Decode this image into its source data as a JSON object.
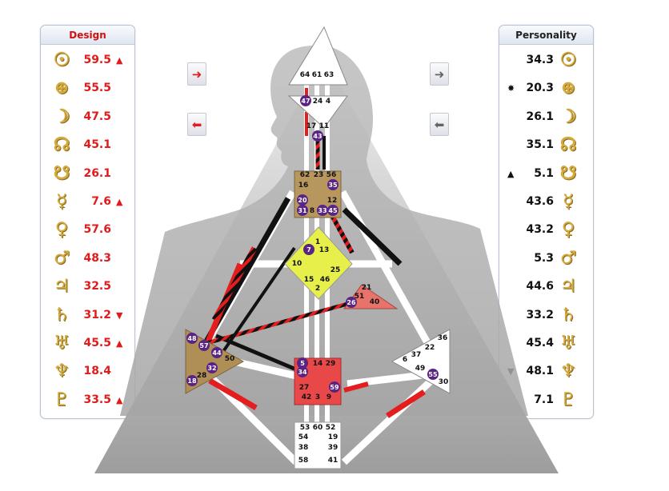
{
  "design": {
    "title": "Design",
    "rows": [
      {
        "planet": "sun-icon",
        "glyph": "☉",
        "value": "59.5",
        "arrow": "▲"
      },
      {
        "planet": "earth-icon",
        "glyph": "⊕",
        "value": "55.5",
        "arrow": ""
      },
      {
        "planet": "moon-icon",
        "glyph": "☽",
        "value": "47.5",
        "arrow": ""
      },
      {
        "planet": "north-node-icon",
        "glyph": "☊",
        "value": "45.1",
        "arrow": ""
      },
      {
        "planet": "south-node-icon",
        "glyph": "☋",
        "value": "26.1",
        "arrow": ""
      },
      {
        "planet": "mercury-icon",
        "glyph": "☿",
        "value": "7.6",
        "arrow": "▲"
      },
      {
        "planet": "venus-icon",
        "glyph": "♀",
        "value": "57.6",
        "arrow": ""
      },
      {
        "planet": "mars-icon",
        "glyph": "♂",
        "value": "48.3",
        "arrow": ""
      },
      {
        "planet": "jupiter-icon",
        "glyph": "♃",
        "value": "32.5",
        "arrow": ""
      },
      {
        "planet": "saturn-icon",
        "glyph": "♄",
        "value": "31.2",
        "arrow": "▼"
      },
      {
        "planet": "uranus-icon",
        "glyph": "♅",
        "value": "45.5",
        "arrow": "▲"
      },
      {
        "planet": "neptune-icon",
        "glyph": "♆",
        "value": "18.4",
        "arrow": ""
      },
      {
        "planet": "pluto-icon",
        "glyph": "♇",
        "value": "33.5",
        "arrow": "▲"
      }
    ]
  },
  "personality": {
    "title": "Personality",
    "rows": [
      {
        "planet": "sun-icon",
        "glyph": "☉",
        "value": "34.3",
        "arrow": ""
      },
      {
        "planet": "earth-icon",
        "glyph": "⊕",
        "value": "20.3",
        "arrow": "✸"
      },
      {
        "planet": "moon-icon",
        "glyph": "☽",
        "value": "26.1",
        "arrow": ""
      },
      {
        "planet": "north-node-icon",
        "glyph": "☊",
        "value": "35.1",
        "arrow": ""
      },
      {
        "planet": "south-node-icon",
        "glyph": "☋",
        "value": "5.1",
        "arrow": "▲"
      },
      {
        "planet": "mercury-icon",
        "glyph": "☿",
        "value": "43.6",
        "arrow": ""
      },
      {
        "planet": "venus-icon",
        "glyph": "♀",
        "value": "43.2",
        "arrow": ""
      },
      {
        "planet": "mars-icon",
        "glyph": "♂",
        "value": "5.3",
        "arrow": ""
      },
      {
        "planet": "jupiter-icon",
        "glyph": "♃",
        "value": "44.6",
        "arrow": ""
      },
      {
        "planet": "saturn-icon",
        "glyph": "♄",
        "value": "33.2",
        "arrow": ""
      },
      {
        "planet": "uranus-icon",
        "glyph": "♅",
        "value": "45.4",
        "arrow": ""
      },
      {
        "planet": "neptune-icon",
        "glyph": "♆",
        "value": "48.1",
        "arrow": "▼"
      },
      {
        "planet": "pluto-icon",
        "glyph": "♇",
        "value": "7.1",
        "arrow": "▼"
      }
    ]
  },
  "nav": {
    "design_next": "➜",
    "design_prev": "⬅",
    "personality_next": "➜",
    "personality_prev": "⬅"
  },
  "bodygraph": {
    "head": {
      "gates": [
        "64",
        "61",
        "63"
      ]
    },
    "ajna": {
      "gates": [
        "47",
        "24",
        "4",
        "17",
        "11",
        "43"
      ],
      "active": [
        "47",
        "43"
      ]
    },
    "throat": {
      "gates": [
        "62",
        "23",
        "56",
        "16",
        "35",
        "12",
        "20",
        "31",
        "8",
        "33",
        "45"
      ],
      "active": [
        "35",
        "20",
        "31",
        "33",
        "45"
      ]
    },
    "g_center": {
      "gates": [
        "1",
        "13",
        "7",
        "10",
        "15",
        "46",
        "25",
        "2"
      ],
      "active": [
        "7"
      ]
    },
    "heart": {
      "gates": [
        "21",
        "51",
        "26",
        "40"
      ],
      "active": [
        "26"
      ]
    },
    "spleen": {
      "gates": [
        "48",
        "57",
        "44",
        "50",
        "32",
        "28",
        "18"
      ],
      "active": [
        "48",
        "57",
        "44",
        "32",
        "18"
      ]
    },
    "sacral": {
      "gates": [
        "5",
        "14",
        "29",
        "34",
        "27",
        "59",
        "42",
        "3",
        "9"
      ],
      "active": [
        "5",
        "34",
        "59"
      ]
    },
    "solar_plexus": {
      "gates": [
        "36",
        "22",
        "37",
        "6",
        "49",
        "55",
        "30"
      ],
      "active": [
        "55"
      ]
    },
    "root": {
      "gates": [
        "53",
        "60",
        "52",
        "54",
        "19",
        "38",
        "39",
        "58",
        "41"
      ]
    },
    "colors": {
      "design": "#e41e1e",
      "personality": "#111111",
      "head_active": "#e41e1e",
      "ajna": "#ffffff",
      "throat": "#b8975e",
      "g_center": "#e7f04a",
      "heart": "#e8736a",
      "spleen": "#b08f56",
      "sacral": "#e84848",
      "solar_plexus": "#ffffff",
      "root": "#ffffff",
      "gate_circle": "#5a2484"
    }
  }
}
